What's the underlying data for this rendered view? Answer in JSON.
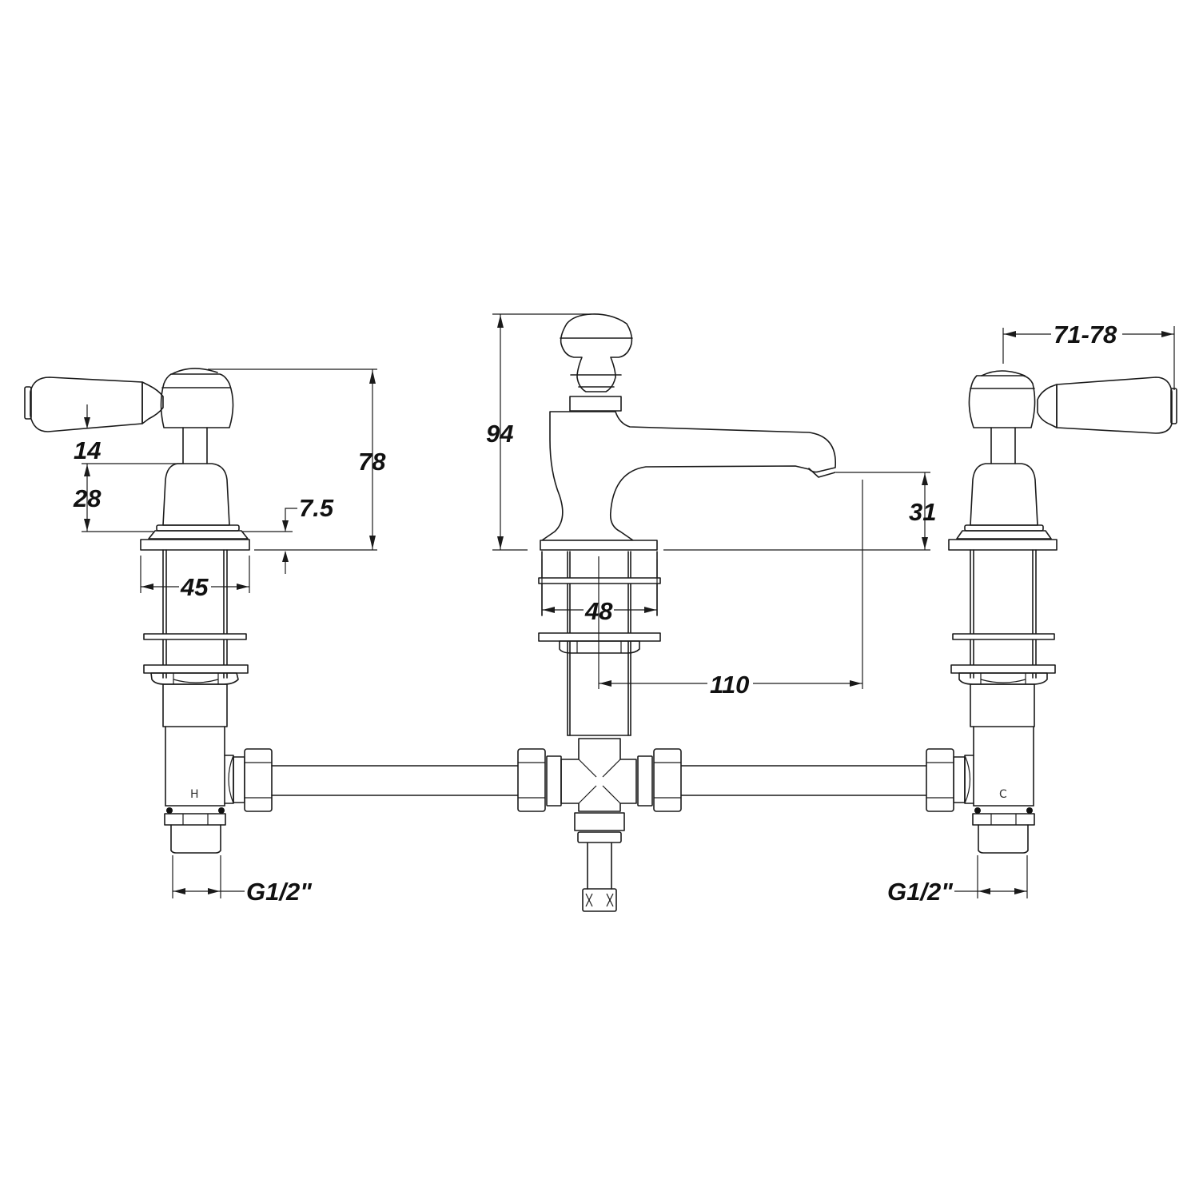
{
  "drawing": {
    "subject": "Three hole basin mixer tap with lever handles",
    "units": "mm",
    "line_color": "#1a1a1a",
    "background": "#ffffff"
  },
  "dimensions": {
    "left_handle_lever_gap": "14",
    "left_handle_stem_height": "28",
    "left_handle_flange": "7.5",
    "left_handle_total_height": "78",
    "left_handle_base_width": "45",
    "spout_total_height": "94",
    "spout_outlet_height": "31",
    "spout_base_width": "48",
    "spout_reach": "110",
    "right_handle_lever_span": "71-78",
    "left_inlet_thread": "G1/2\"",
    "right_inlet_thread": "G1/2\""
  },
  "markings": {
    "hot": "H",
    "cold": "C"
  }
}
